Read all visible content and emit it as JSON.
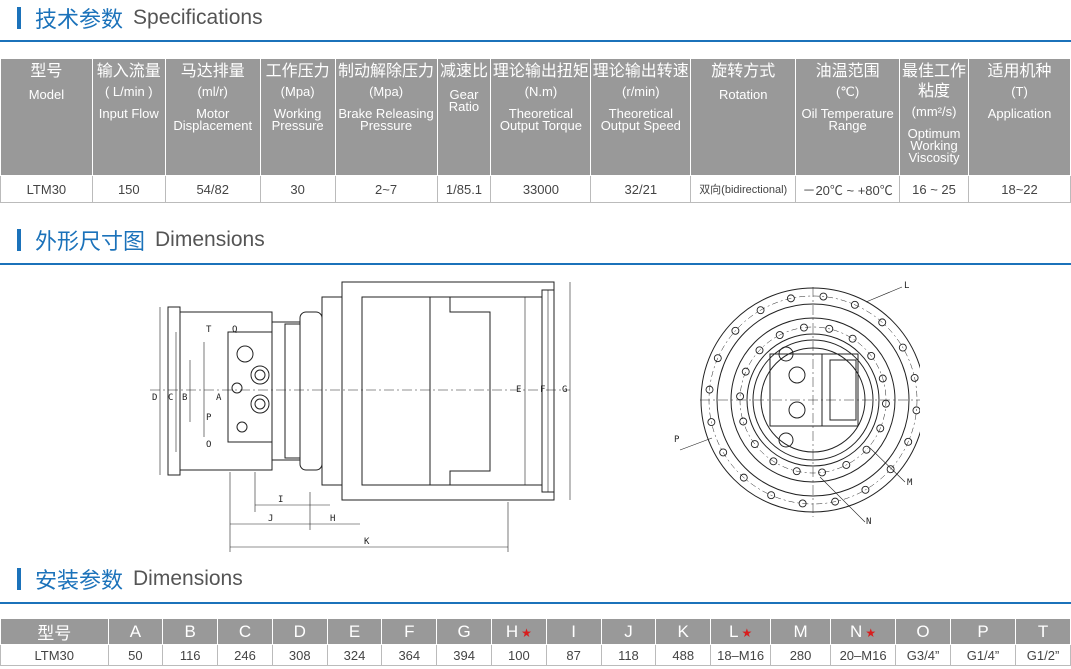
{
  "sections": {
    "specs": {
      "cn": "技术参数",
      "en": "Specifications"
    },
    "dims": {
      "cn": "外形尺寸图",
      "en": "Dimensions"
    },
    "install": {
      "cn": "安装参数",
      "en": "Dimensions"
    }
  },
  "spec_table": {
    "headers": [
      {
        "cn": "型号",
        "unit": "",
        "en": "Model"
      },
      {
        "cn": "输入流量",
        "unit": "( L/min )",
        "en": "Input Flow"
      },
      {
        "cn": "马达排量",
        "unit": "(ml/r)",
        "en": "Motor Displacement"
      },
      {
        "cn": "工作压力",
        "unit": "(Mpa)",
        "en": "Working Pressure"
      },
      {
        "cn": "制动解除压力",
        "unit": "(Mpa)",
        "en": "Brake Releasing Pressure"
      },
      {
        "cn": "减速比",
        "unit": "",
        "en": "Gear Ratio"
      },
      {
        "cn": "理论输出扭矩",
        "unit": "(N.m)",
        "en": "Theoretical Output Torque"
      },
      {
        "cn": "理论输出转速",
        "unit": "(r/min)",
        "en": "Theoretical Output Speed"
      },
      {
        "cn": "旋转方式",
        "unit": "",
        "en": "Rotation"
      },
      {
        "cn": "油温范围",
        "unit": "(℃)",
        "en": "Oil Temperature Range"
      },
      {
        "cn": "最佳工作粘度",
        "unit": "(mm²/s)",
        "en": "Optimum Working Viscosity"
      },
      {
        "cn": "适用机种",
        "unit": "(T)",
        "en": "Application"
      }
    ],
    "row": [
      "LTM30",
      "150",
      "54/82",
      "30",
      "2~7",
      "1/85.1",
      "33000",
      "32/21",
      "双向(bidirectional)",
      "－20℃ ~ +80℃",
      "16 ~ 25",
      "18~22"
    ]
  },
  "drawing_labels": {
    "side": [
      "T",
      "Q",
      "A",
      "B",
      "P",
      "O",
      "C",
      "D",
      "E",
      "F",
      "G",
      "I",
      "J",
      "H",
      "K"
    ],
    "front": [
      "L",
      "P",
      "M",
      "N"
    ]
  },
  "dim_table": {
    "headers": [
      "型号",
      "A",
      "B",
      "C",
      "D",
      "E",
      "F",
      "G",
      "H",
      "I",
      "J",
      "K",
      "L",
      "M",
      "N",
      "O",
      "P",
      "T"
    ],
    "starred": [
      "H",
      "L",
      "N"
    ],
    "row": [
      "LTM30",
      "50",
      "116",
      "246",
      "308",
      "324",
      "364",
      "394",
      "100",
      "87",
      "118",
      "488",
      "18–M16",
      "280",
      "20–M16",
      "G3/4”",
      "G1/4”",
      "G1/2”"
    ]
  }
}
